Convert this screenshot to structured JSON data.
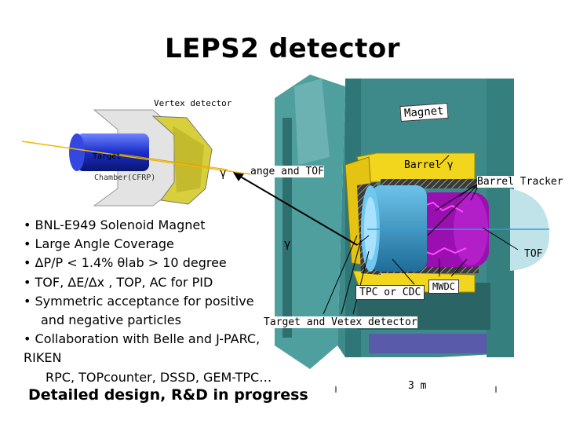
{
  "title": "LEPS2 detector",
  "labels": {
    "vertex_detector": "Vertex detector",
    "target_small": "Target",
    "chamber": "Chamber(CFRP)",
    "gamma1": "γ",
    "range_tof": "ange and TOF",
    "magnet": "Magnet",
    "barrel_gamma": "Barrel γ",
    "barrel_tracker": "Barrel Tracker",
    "gamma2": "γ",
    "tof": "TOF",
    "tpc_cdc": "TPC or CDC",
    "mwdc": "MWDC",
    "target_vertex": "Target and Vetex detector",
    "scale": "3 m"
  },
  "bullets": [
    "• BNL-E949 Solenoid Magnet",
    "• Large Angle Coverage",
    "• ΔP/P < 1.4% θlab > 10 degree",
    "• TOF, ΔE/Δx , TOP, AC for PID",
    "• Symmetric acceptance for positive",
    "and negative particles",
    "• Collaboration with Belle and J-PARC,",
    "RIKEN",
    "RPC, TOPcounter, DSSD, GEM-TPC…"
  ],
  "footer": "Detailed design, R&D  in progress",
  "colors": {
    "magnet": "#3e8a8a",
    "magnet_light": "#7fc2c2",
    "barrel_gamma": "#f2d51d",
    "tracker": "#9a0fb0",
    "tpc": "#2d8fc0",
    "target": "#1b2ec8"
  }
}
